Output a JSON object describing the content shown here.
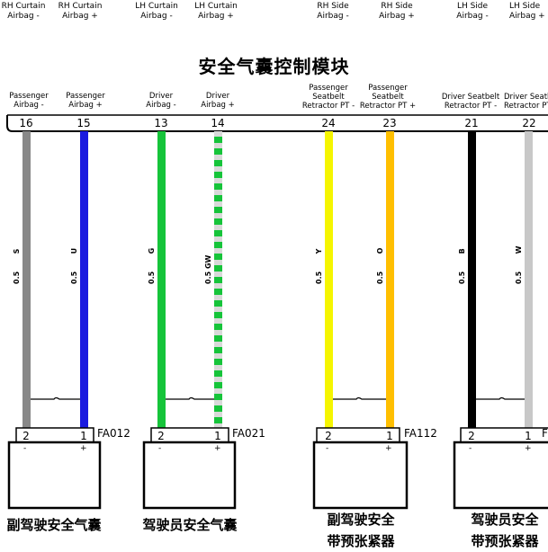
{
  "top_labels": [
    {
      "id": "rh-curtain-minus",
      "line1": "RH Curtain",
      "line2": "Airbag -"
    },
    {
      "id": "rh-curtain-plus",
      "line1": "RH Curtain",
      "line2": "Airbag +"
    },
    {
      "id": "lh-curtain-minus",
      "line1": "LH Curtain",
      "line2": "Airbag -"
    },
    {
      "id": "lh-curtain-plus",
      "line1": "LH Curtain",
      "line2": "Airbag +"
    },
    {
      "id": "rh-side-minus",
      "line1": "RH Side",
      "line2": "Airbag -"
    },
    {
      "id": "rh-side-plus",
      "line1": "RH Side",
      "line2": "Airbag +"
    },
    {
      "id": "lh-side-minus",
      "line1": "LH Side",
      "line2": "Airbag -"
    },
    {
      "id": "lh-side-plus",
      "line1": "LH Side",
      "line2": "Airbag +"
    }
  ],
  "module_title": "安全气囊控制模块",
  "pins": [
    {
      "num": "16",
      "desc": [
        "Passenger",
        "Airbag -"
      ],
      "wire_size": "0.5",
      "wire_code": "S",
      "color": "#888888"
    },
    {
      "num": "15",
      "desc": [
        "Passenger",
        "Airbag +"
      ],
      "wire_size": "0.5",
      "wire_code": "U",
      "color": "#1a1adf"
    },
    {
      "num": "13",
      "desc": [
        "Driver",
        "Airbag -"
      ],
      "wire_size": "0.5",
      "wire_code": "G",
      "color": "#16c43a"
    },
    {
      "num": "14",
      "desc": [
        "Driver",
        "Airbag +"
      ],
      "wire_size": "0.5",
      "wire_code": "GW",
      "color": "#16c43a"
    },
    {
      "num": "24",
      "desc": [
        "Passenger",
        "Seatbelt",
        "Retractor PT -"
      ],
      "wire_size": "0.5",
      "wire_code": "Y",
      "color": "#f5f500"
    },
    {
      "num": "23",
      "desc": [
        "Passenger",
        "Seatbelt",
        "Retractor PT +"
      ],
      "wire_size": "0.5",
      "wire_code": "O",
      "color": "#ffbf00"
    },
    {
      "num": "21",
      "desc": [
        "Driver Seatbelt",
        "Retractor PT -"
      ],
      "wire_size": "0.5",
      "wire_code": "B",
      "color": "#000000"
    },
    {
      "num": "22",
      "desc": [
        "Driver Seatbelt",
        "Retractor PT +"
      ],
      "wire_size": "0.5",
      "wire_code": "W",
      "color": "#c8c8c8"
    }
  ],
  "connectors": [
    {
      "id": "FA012",
      "pin_a": "2",
      "pin_b": "1",
      "device": [
        "副驾驶安全气囊"
      ]
    },
    {
      "id": "FA021",
      "pin_a": "2",
      "pin_b": "1",
      "device": [
        "驾驶员安全气囊"
      ]
    },
    {
      "id": "FA112",
      "pin_a": "2",
      "pin_b": "1",
      "device": [
        "副驾驶安全",
        "带预张紧器"
      ]
    },
    {
      "id": "F",
      "pin_a": "2",
      "pin_b": "1",
      "device": [
        "驾驶员安全",
        "带预张紧器"
      ]
    }
  ],
  "signs": {
    "minus": "-",
    "plus": "+"
  }
}
